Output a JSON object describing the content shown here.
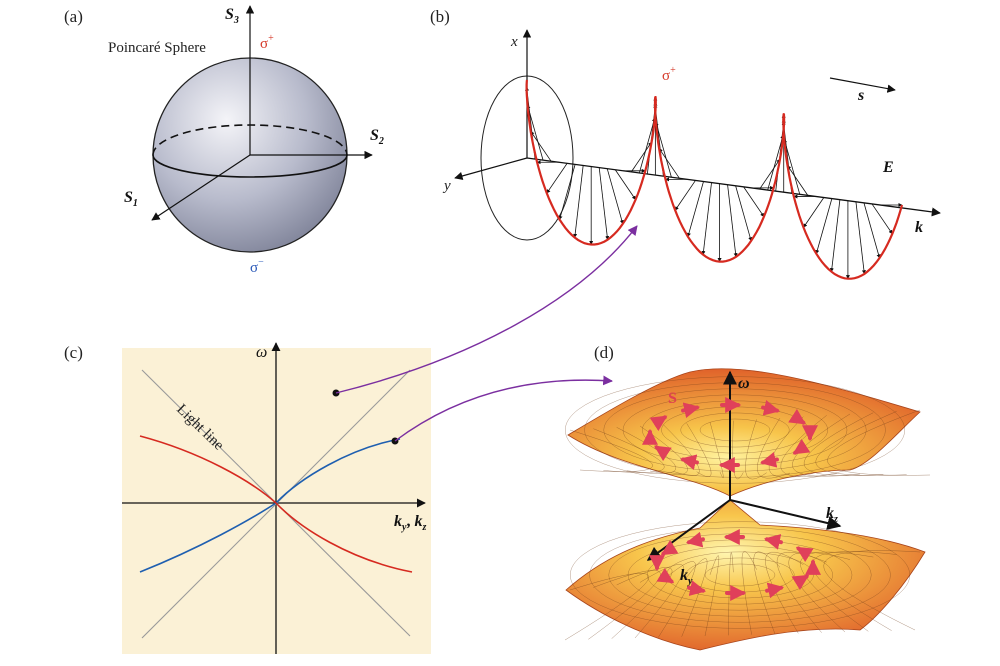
{
  "panels": {
    "a": {
      "label": "(a)",
      "title": "Poincaré Sphere",
      "s1": "S",
      "s1_sub": "1",
      "s2": "S",
      "s2_sub": "2",
      "s3": "S",
      "s3_sub": "3",
      "sigma_plus": "σ",
      "sigma_plus_sup": "+",
      "sigma_minus": "σ",
      "sigma_minus_sup": "−"
    },
    "b": {
      "label": "(b)",
      "x_axis": "x",
      "y_axis": "y",
      "k_axis": "k",
      "s_label": "s",
      "e_label": "E",
      "sigma_plus": "σ",
      "sigma_plus_sup": "+"
    },
    "c": {
      "label": "(c)",
      "omega": "ω",
      "light_line": "Light line",
      "k_label": "k",
      "k_sub_y": "y",
      "k_sep": ", ",
      "k_label2": "k",
      "k_sub_z": "z"
    },
    "d": {
      "label": "(d)",
      "s_label": "S",
      "omega": "ω",
      "kz": "k",
      "kz_sub": "z",
      "ky": "k",
      "ky_sub": "y"
    }
  },
  "colors": {
    "red_curve": "#d62a20",
    "blue_curve": "#1f5fb0",
    "panel_c_bg": "#fbf1d6",
    "arrow_purple": "#7b2fa0",
    "sphere": "#b9bccd"
  }
}
